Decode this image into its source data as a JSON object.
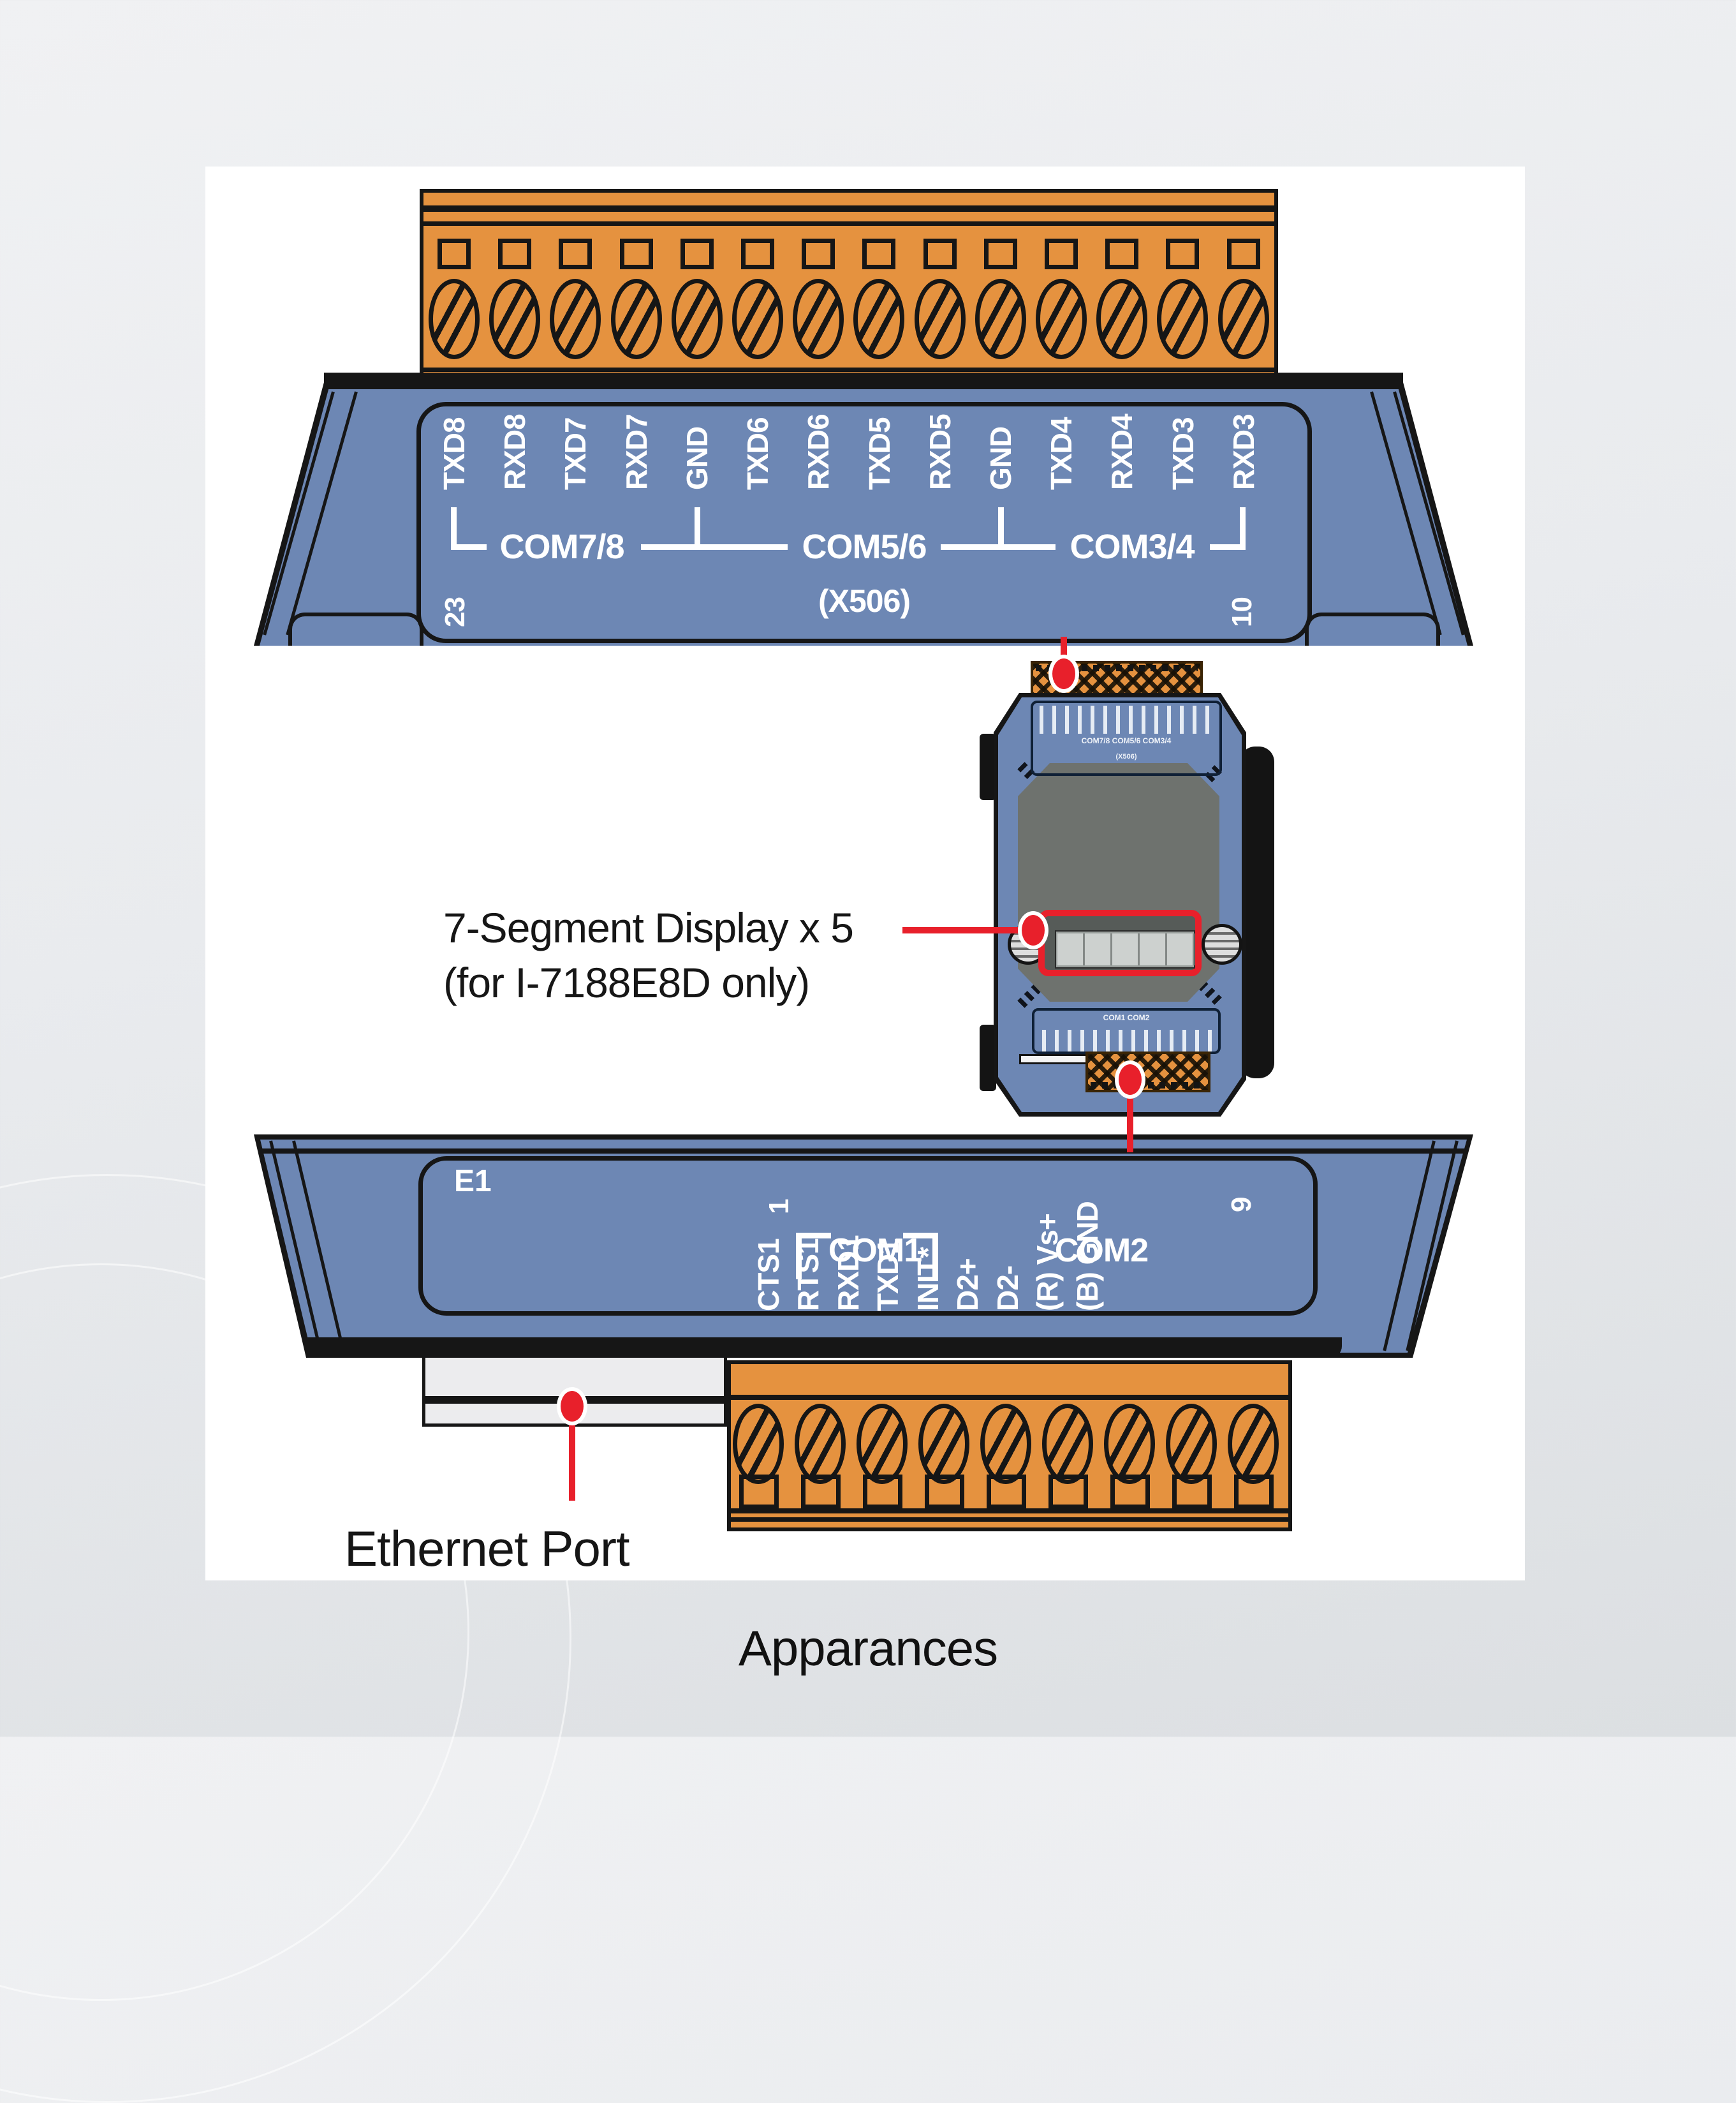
{
  "page": {
    "caption": "Apparances"
  },
  "colors": {
    "device_blue": "#6d87b4",
    "terminal_orange": "#e5923f",
    "accent_red": "#e8202b",
    "outline_black": "#161616",
    "module_label_gray": "#6e726e",
    "display_gray": "#cdd1cf",
    "port_gray": "#ececee"
  },
  "top_device": {
    "pins": [
      "TXD8",
      "RXD8",
      "TXD7",
      "RXD7",
      "GND",
      "TXD6",
      "RXD6",
      "TXD5",
      "RXD5",
      "GND",
      "TXD4",
      "RXD4",
      "TXD3",
      "RXD3"
    ],
    "com_group_1": "COM7/8",
    "com_group_2": "COM5/6",
    "com_group_3": "COM3/4",
    "sub_label": "(X506)",
    "pin_number_left": "23",
    "pin_number_right": "10",
    "terminal_positions": 14
  },
  "module": {
    "top_row": "COM7/8   COM5/6   COM3/4",
    "top_row2": "(X506)",
    "bottom_row": "COM1    COM2",
    "display_cells": 5
  },
  "annotations": {
    "display_line1": "7-Segment Display x 5",
    "display_line2": "(for I-7188E8D only)",
    "ethernet": "Ethernet Port"
  },
  "bottom_device": {
    "e1": "E1",
    "pin_number_left": "1",
    "pin_number_right": "9",
    "com1": "COM1",
    "com2": "COM2",
    "pins": [
      "CTS1",
      "RTS1",
      "RXD1",
      "TXD1",
      "INIT*",
      "D2+",
      "D2-",
      "(R) Vs+",
      "(B) GND"
    ],
    "terminal_positions": 9
  }
}
